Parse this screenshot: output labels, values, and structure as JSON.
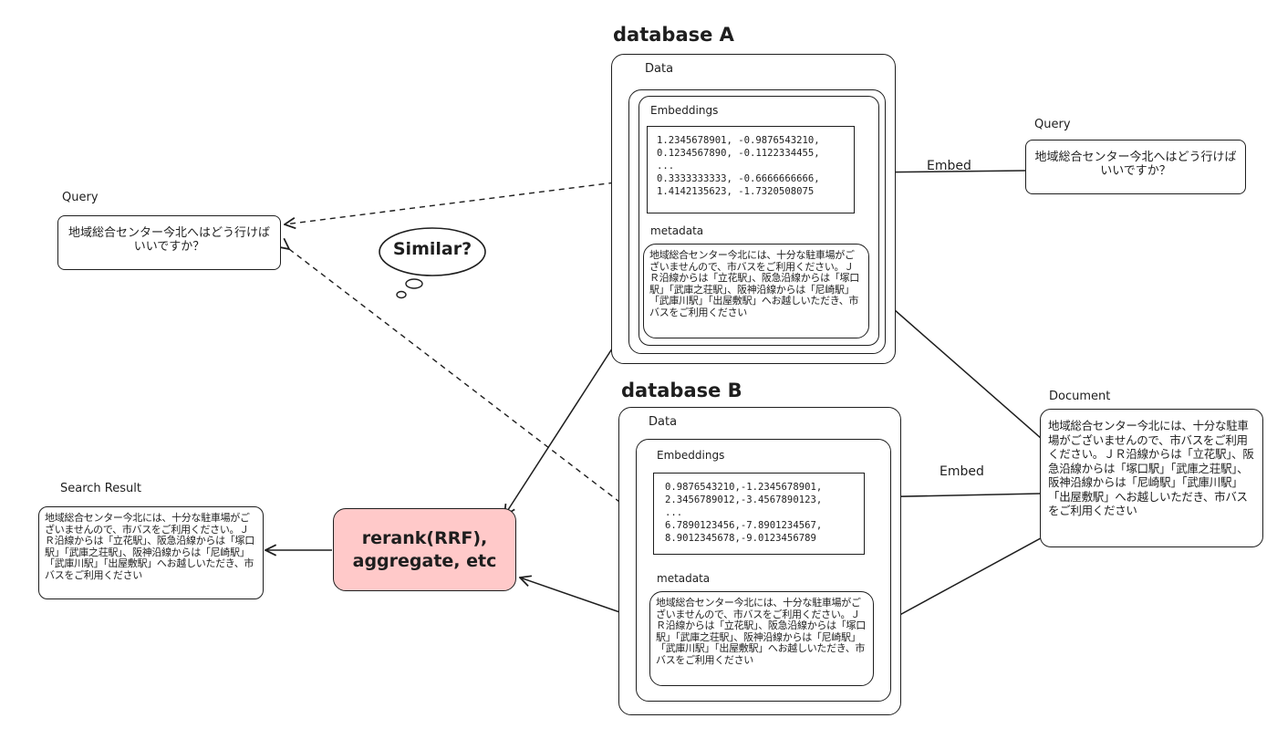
{
  "database_a": {
    "title": "database A",
    "data_label": "Data",
    "embeddings_label": "Embeddings",
    "embeddings_lines": [
      "1.2345678901, -0.9876543210,",
      "0.1234567890, -0.1122334455,",
      "...",
      "0.3333333333, -0.6666666666,",
      "1.4142135623, -1.7320508075"
    ],
    "metadata_label": "metadata",
    "metadata_text": "地域総合センター今北には、十分な駐車場がございませんので、市バスをご利用ください。ＪＲ沿線からは「立花駅」、阪急沿線からは「塚口駅」「武庫之荘駅」、阪神沿線からは「尼崎駅」「武庫川駅」「出屋敷駅」へお越しいただき、市バスをご利用ください"
  },
  "database_b": {
    "title": "database B",
    "data_label": "Data",
    "embeddings_label": "Embeddings",
    "embeddings_lines": [
      "0.9876543210,-1.2345678901,",
      "2.3456789012,-3.4567890123,",
      "...",
      "6.7890123456,-7.8901234567,",
      "8.9012345678,-9.0123456789"
    ],
    "metadata_label": "metadata",
    "metadata_text": "地域総合センター今北には、十分な駐車場がございませんので、市バスをご利用ください。ＪＲ沿線からは「立花駅」、阪急沿線からは「塚口駅」「武庫之荘駅」、阪神沿線からは「尼崎駅」「武庫川駅」「出屋敷駅」へお越しいただき、市バスをご利用ください"
  },
  "query_left": {
    "label": "Query",
    "text": "地域総合センター今北へはどう行けばいいですか？"
  },
  "query_right": {
    "label": "Query",
    "text": "地域総合センター今北へはどう行けばいいですか？"
  },
  "document": {
    "label": "Document",
    "text": "地域総合センター今北には、十分な駐車場がございませんので、市バスをご利用ください。ＪＲ沿線からは「立花駅」、阪急沿線からは「塚口駅」「武庫之荘駅」、阪神沿線からは「尼崎駅」「武庫川駅」「出屋敷駅」へお越しいただき、市バスをご利用ください"
  },
  "search_result": {
    "label": "Search Result",
    "text": "地域総合センター今北には、十分な駐車場がございませんので、市バスをご利用ください。ＪＲ沿線からは「立花駅」、阪急沿線からは「塚口駅」「武庫之荘駅」、阪神沿線からは「尼崎駅」「武庫川駅」「出屋敷駅」へお越しいただき、市バスをご利用ください"
  },
  "rerank": {
    "line1": "rerank(RRF),",
    "line2": "aggregate, etc"
  },
  "similar": {
    "text": "Similar?"
  },
  "embed_labels": {
    "top": "Embed",
    "bottom": "Embed"
  },
  "colors": {
    "stroke": "#1e1e1e",
    "rerank_fill": "#ffc9c9"
  }
}
